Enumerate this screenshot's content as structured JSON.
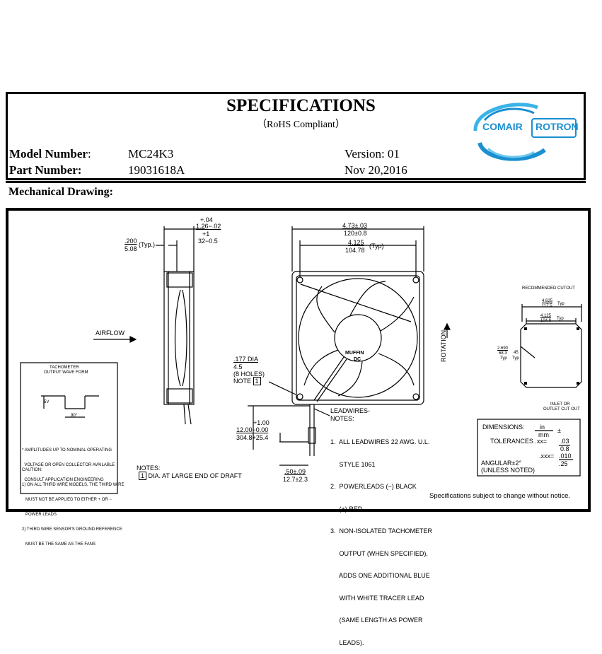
{
  "header": {
    "title": "SPECIFICATIONS",
    "subtitle": "（RoHS Compliant）",
    "model_label": "Model Number",
    "model_colon": ":",
    "model_value": "MC24K3",
    "part_label": "Part Number:",
    "part_value": "19031618A",
    "version": "Version: 01",
    "date": "Nov 20,2016",
    "logo_left": "COMAIR",
    "logo_right": "ROTRON",
    "colors": {
      "logo_blue": "#1b8fd0",
      "logo_cyan": "#3ab4e6"
    }
  },
  "section_title": "Mechanical Drawing:",
  "drawing": {
    "side_view": {
      "dim_top_a": "+.04",
      "dim_top_b": "1.26−.02",
      "dim_top_c": "+1",
      "dim_top_d": "32−0.5",
      "dim_typ_a": ".200",
      "dim_typ_b": "5.08",
      "dim_typ_suffix": "(Typ.)",
      "airflow": "AIRFLOW"
    },
    "front_view": {
      "dim_outer_a": "4.73±.03",
      "dim_outer_b": "120±0.8",
      "dim_hole_a": "4.125",
      "dim_hole_b": "104.78",
      "dim_hole_suffix": "(Typ)",
      "hub_label_1": "MUFFIN",
      "hub_label_2": "DC",
      "rotation": "ROTATION",
      "dia_1": ".177 DIA",
      "dia_2": "4.5",
      "dia_3": "(8 HOLES)",
      "dia_4": "NOTE",
      "dia_note_num": "1"
    },
    "lead_dims": {
      "len_a": "+1.00",
      "len_b": "12.00−0.00",
      "len_c": "304.8+25.4",
      "strip_a": ".50±.09",
      "strip_b": "12.7±2.3"
    },
    "leadwires": {
      "title_1": "LEADWIRES-",
      "title_2": "NOTES:",
      "lines": [
        "1.  ALL LEADWIRES 22 AWG. U.L.",
        "     STYLE 1061",
        "2.  POWERLEADS (−) BLACK",
        "     (+) RED",
        "3.  NON-ISOLATED TACHOMETER",
        "     OUTPUT (WHEN SPECIFIED),",
        "     ADDS ONE ADDITIONAL BLUE",
        "     WITH WHITE TRACER LEAD",
        "     (SAME LENGTH AS POWER",
        "     LEADS)."
      ]
    },
    "notes": {
      "title": "NOTES:",
      "num": "1",
      "text": "DIA. AT LARGE END OF DRAFT"
    },
    "tach_box": {
      "title_1": "TACHOMETER",
      "title_2": "OUTPUT WAVE FORM",
      "volt": "5V",
      "deg": "90°",
      "note_lines": [
        "* AMPLITUDES UP TO NOMINAL OPERATING",
        "  VOLTAGE OR OPEN COLLECTOR AVAILABLE",
        "  CONSULT APPLICATION ENGINEERING"
      ],
      "caution_title": "CAUTION:",
      "caution_lines": [
        "1) ON ALL THIRD WIRE MODELS, THE THIRD WIRE",
        "   MUST NOT BE APPLIED TO EITHER + OR −",
        "   POWER LEADS",
        "2) THIRD WIRE SENSOR'S GROUND REFERENCE",
        "   MUST BE THE SAME AS THE FANS"
      ]
    },
    "cutout": {
      "title": "RECOMMENDED CUTOUT",
      "w_a": "4.625",
      "w_b": "117.5",
      "w_suffix": "Typ",
      "h_a": "4.125",
      "h_b": "104.8",
      "h_suffix": "Typ",
      "r_a": "2.690",
      "r_b": "68.3",
      "r_c": "Typ",
      "deg": "45",
      "deg_typ": "Typ",
      "inlet_1": "INLET OR",
      "inlet_2": "OUTLET CUT OUT"
    },
    "tolerance": {
      "dims_label": "DIMENSIONS:",
      "dims_in": "in",
      "dims_mm": "mm",
      "dims_pm": "±",
      "tol_label": "TOLERANCES .xx=",
      "tol_xx_in": ".03",
      "tol_xx_mm": "0.8",
      "tol_xxx_label": ".xxx=",
      "tol_xxx_in": ".010",
      "tol_xxx_mm": ".25",
      "angular": "ANGULAR±2°",
      "unless": "(UNLESS NOTED)"
    },
    "disclaimer": "Specifications subject to change without notice."
  }
}
